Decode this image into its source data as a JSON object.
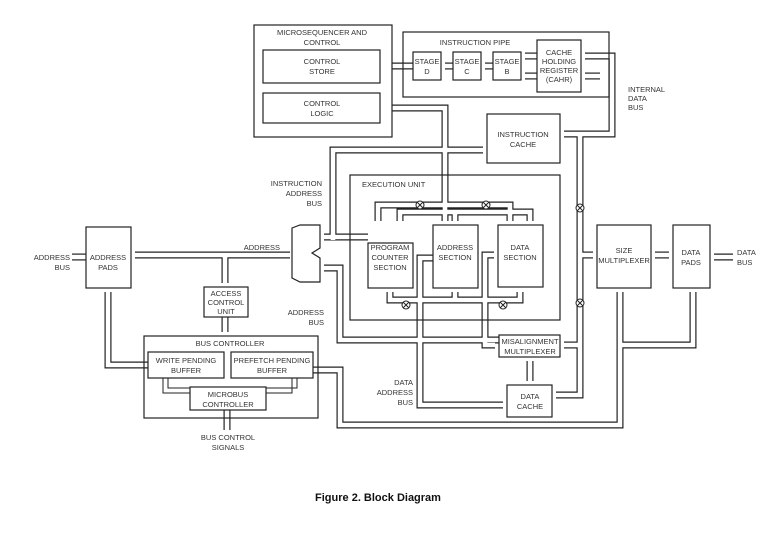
{
  "figure": {
    "caption": "Figure 2. Block Diagram",
    "blocks": {
      "microsequencer_1": "MICROSEQUENCER AND",
      "microsequencer_2": "CONTROL",
      "control_store_1": "CONTROL",
      "control_store_2": "STORE",
      "control_logic_1": "CONTROL",
      "control_logic_2": "LOGIC",
      "instruction_pipe": "INSTRUCTION PIPE",
      "stage_d_1": "STAGE",
      "stage_d_2": "D",
      "stage_c_1": "STAGE",
      "stage_c_2": "C",
      "stage_b_1": "STAGE",
      "stage_b_2": "B",
      "cahr_1": "CACHE",
      "cahr_2": "HOLDING",
      "cahr_3": "REGISTER",
      "cahr_4": "(CAHR)",
      "instruction_cache_1": "INSTRUCTION",
      "instruction_cache_2": "CACHE",
      "execution_unit": "EXECUTION UNIT",
      "pc_1": "PROGRAM",
      "pc_2": "COUNTER",
      "pc_3": "SECTION",
      "addr_sec_1": "ADDRESS",
      "addr_sec_2": "SECTION",
      "data_sec_1": "DATA",
      "data_sec_2": "SECTION",
      "address_pads_1": "ADDRESS",
      "address_pads_2": "PADS",
      "acu_1": "ACCESS",
      "acu_2": "CONTROL",
      "acu_3": "UNIT",
      "bus_controller": "BUS CONTROLLER",
      "wpb_1": "WRITE PENDING",
      "wpb_2": "BUFFER",
      "ppb_1": "PREFETCH PENDING",
      "ppb_2": "BUFFER",
      "mbc_1": "MICROBUS",
      "mbc_2": "CONTROLLER",
      "size_mux_1": "SIZE",
      "size_mux_2": "MULTIPLEXER",
      "data_pads_1": "DATA",
      "data_pads_2": "PADS",
      "misalign_1": "MISALIGNMENT",
      "misalign_2": "MULTIPLEXER",
      "data_cache_1": "DATA",
      "data_cache_2": "CACHE"
    },
    "labels": {
      "internal_data_bus_1": "INTERNAL",
      "internal_data_bus_2": "DATA",
      "internal_data_bus_3": "BUS",
      "instr_addr_bus_1": "INSTRUCTION",
      "instr_addr_bus_2": "ADDRESS",
      "instr_addr_bus_3": "BUS",
      "address": "ADDRESS",
      "address_bus_1": "ADDRESS",
      "address_bus_2": "BUS",
      "ext_address_bus_1": "ADDRESS",
      "ext_address_bus_2": "BUS",
      "data_address_bus_1": "DATA",
      "data_address_bus_2": "ADDRESS",
      "data_address_bus_3": "BUS",
      "data_bus_1": "DATA",
      "data_bus_2": "BUS",
      "bus_control_signals_1": "BUS CONTROL",
      "bus_control_signals_2": "SIGNALS"
    }
  }
}
